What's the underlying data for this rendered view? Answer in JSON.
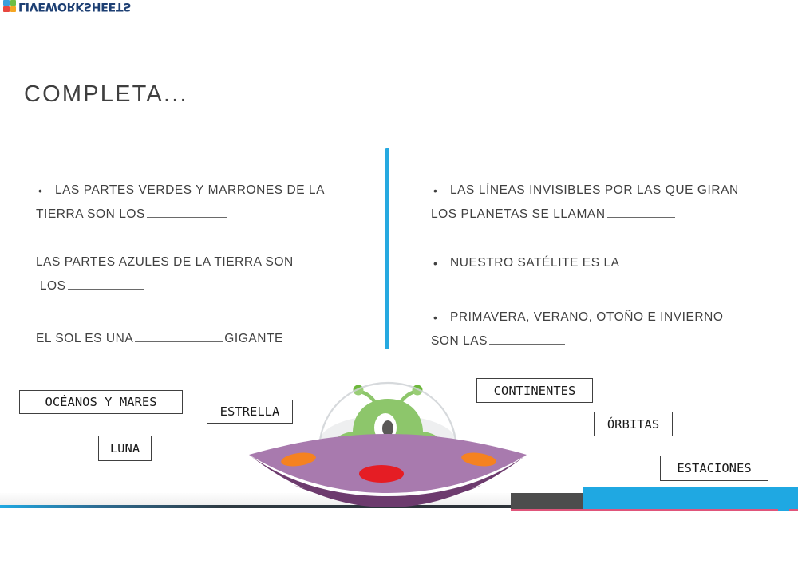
{
  "brand": {
    "logo_text": "LIVEWORKSHEETS",
    "logo_icon": "four-square-grid-logo",
    "logo_color": "#1d3f73",
    "accent_blue": "#26a9e0"
  },
  "worksheet": {
    "title": "COMPLETA...",
    "divider_color": "#26a9e0",
    "left_column": [
      {
        "bullet": "•",
        "line1": "LAS PARTES VERDES Y MARRONES DE LA",
        "line2_before": "TIERRA SON LOS",
        "line2_after": "",
        "blank_width": "w100"
      },
      {
        "bullet": "",
        "line1": "LAS PARTES AZULES DE LA TIERRA SON",
        "line2_before": "LOS",
        "line2_after": "",
        "blank_width": "w95"
      },
      {
        "bullet": "",
        "line1_before": "EL SOL ES UNA",
        "line1_after": "GIGANTE",
        "blank_width": "w110"
      }
    ],
    "right_column": [
      {
        "bullet": "•",
        "line1": "LAS LÍNEAS INVISIBLES POR LAS QUE GIRAN",
        "line2_before": "LOS PLANETAS SE LLAMAN",
        "line2_after": "",
        "blank_width": "w85"
      },
      {
        "bullet": "•",
        "line1_before": "NUESTRO SATÉLITE ES LA",
        "line1_after": "",
        "blank_width": "w95"
      },
      {
        "bullet": "•",
        "line1": "PRIMAVERA, VERANO, OTOÑO E INVIERNO",
        "line2_before": "SON LAS",
        "line2_after": "",
        "blank_width": "w95"
      }
    ],
    "answer_chips": [
      {
        "id": "oceanos",
        "label": "OCÉANOS  Y  MARES"
      },
      {
        "id": "estrella",
        "label": "ESTRELLA"
      },
      {
        "id": "luna",
        "label": "LUNA"
      },
      {
        "id": "continentes",
        "label": "CONTINENTES"
      },
      {
        "id": "orbitas",
        "label": "ÓRBITAS"
      },
      {
        "id": "estaciones",
        "label": "ESTACIONES"
      }
    ],
    "illustration": {
      "name": "ufo-with-green-alien",
      "saucer_top_color": "#a87aae",
      "saucer_bottom_color": "#6d3b6e",
      "dome_color": "#e9eaec",
      "alien_color": "#5cae2c",
      "light_orange": "#f58220",
      "light_red": "#e51d24"
    }
  },
  "bottom_bar": {
    "dark_segment_color": "#4d4d4d",
    "blue_segment_color": "#1fa8e2",
    "pink_rule_color": "#e0557a"
  }
}
